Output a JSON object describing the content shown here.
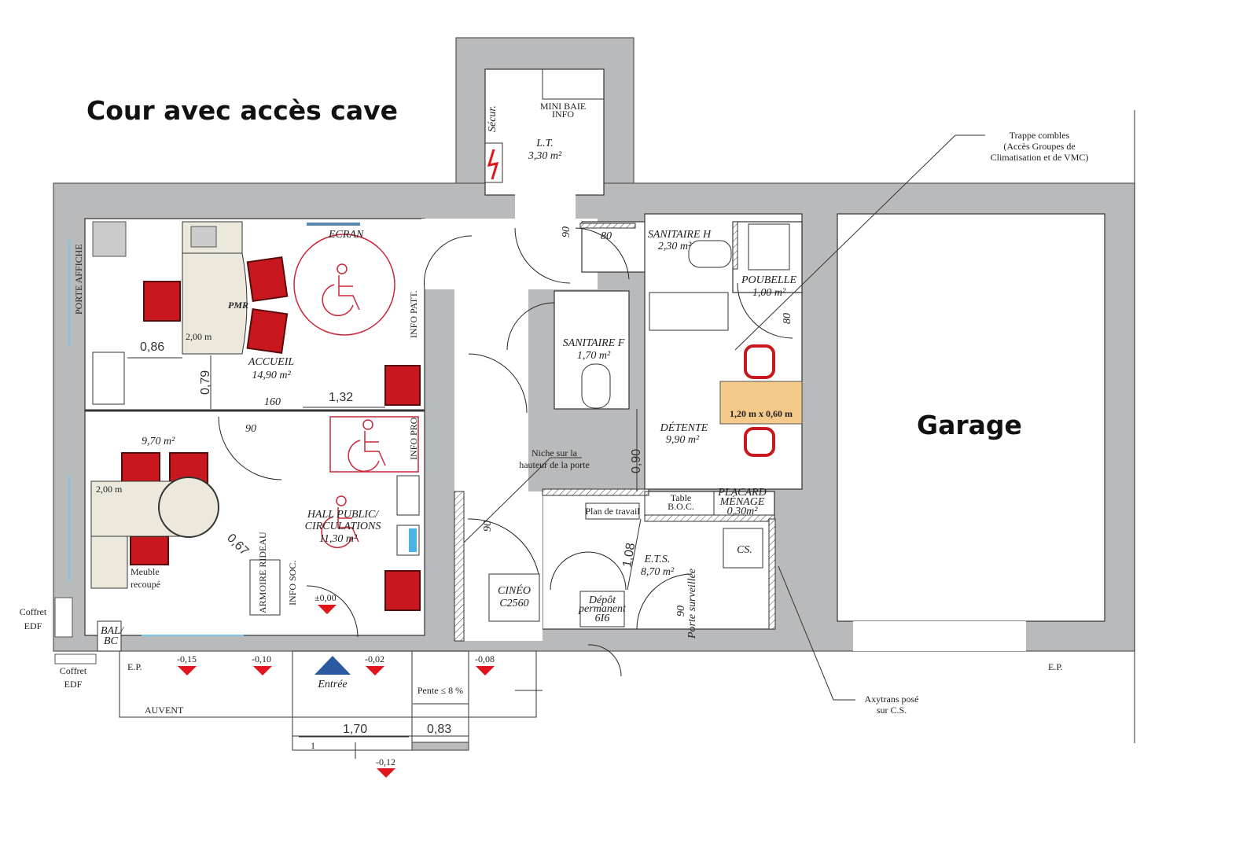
{
  "titles": {
    "court": "Cour avec accès cave",
    "garage": "Garage"
  },
  "rooms": {
    "lt": {
      "name": "L.T.",
      "area": "3,30 m²",
      "minibaie": "MINI BAIE",
      "info": "INFO",
      "secur": "Sécur."
    },
    "accueil": {
      "name": "ACCUEIL",
      "area": "14,90 m²",
      "pmr": "PMR",
      "desk": "2,00 m",
      "ecran": "ECRAN",
      "porte_affiche": "PORTE AFFICHE",
      "info_patt": "INFO PATT."
    },
    "bureau": {
      "area": "9,70 m²",
      "desk": "2,00 m",
      "meuble": "Meuble",
      "recoupe": "recoupé",
      "armoire": "ARMOIRE RIDEAU",
      "bal": "BAL/",
      "bc": "BC"
    },
    "hall": {
      "name1": "HALL PUBLIC/",
      "name2": "CIRCULATIONS",
      "area": "11,30 m²",
      "info_pro": "INFO PRO",
      "info_soc": "INFO SOC."
    },
    "sanitaire_h": {
      "name": "SANITAIRE H",
      "area": "2,30 m²"
    },
    "sanitaire_f": {
      "name": "SANITAIRE F",
      "area": "1,70 m²"
    },
    "poubelle": {
      "name": "POUBELLE",
      "area": "1,00 m²"
    },
    "detente": {
      "name": "DÉTENTE",
      "area": "9,90 m²",
      "table": "1,20 m x 0,60 m"
    },
    "placard": {
      "name1": "PLACARD",
      "name2": "MÉNAGE",
      "area": "0,30m²"
    },
    "table_boc": {
      "l1": "Table",
      "l2": "B.O.C."
    },
    "plan_travail": "Plan de travail",
    "ets": {
      "name": "E.T.S.",
      "area": "8,70 m²",
      "cs": "CS.",
      "porte": "Porte surveillée"
    },
    "cineo": {
      "l1": "CINÉO",
      "l2": "C2560"
    },
    "depot": {
      "l1": "Dépôt",
      "l2": "permanent",
      "l3": "6I6"
    }
  },
  "annotations": {
    "trappe": [
      "Trappe combles",
      "(Accès Groupes de",
      "Climatisation et de VMC)"
    ],
    "niche": [
      "Niche sur la",
      "hauteur de la porte"
    ],
    "axytrans": [
      "Axytrans posé",
      "sur C.S."
    ],
    "coffret1": [
      "Coffret",
      "EDF"
    ],
    "coffret2": [
      "Coffret",
      "EDF"
    ],
    "ep_left": "E.P.",
    "ep_right": "E.P.",
    "auvent": "AUVENT",
    "entree": "Entrée",
    "pente": "Pente ≤ 8 %",
    "ramp_mark": "1"
  },
  "dimensions": {
    "d086": "0,86",
    "d079": "0,79",
    "d160": "160",
    "d132": "1,32",
    "d90a": "90",
    "d067": "0,67",
    "d90b": "90",
    "d80a": "80",
    "d80b": "80",
    "d090": "0,90",
    "d90c": "90",
    "d108": "1,08",
    "d90d": "90",
    "d170": "1,70",
    "d083": "0,83"
  },
  "levels": {
    "l000": "±0,00",
    "l015": "-0,15",
    "l010": "-0,10",
    "l002": "-0,02",
    "l008": "-0,08",
    "l012": "-0,12"
  },
  "colors": {
    "wall": "#b9babc",
    "furniture_red": "#c8171e",
    "desk": "#ece8dc",
    "table": "#f5c98a",
    "access_sign": "#c8283a",
    "entry_arrow": "#2c5aa0"
  }
}
